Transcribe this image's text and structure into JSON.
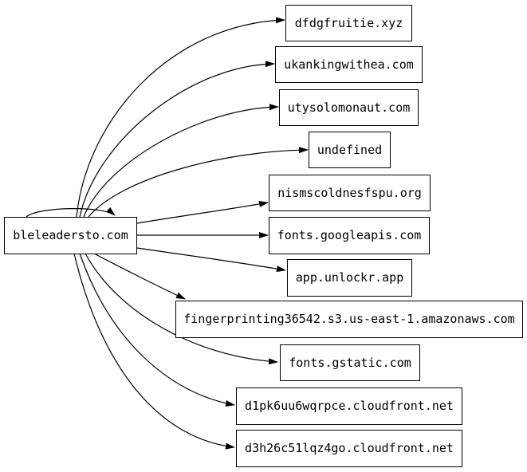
{
  "graph": {
    "type": "directed-graph",
    "background_color": "#fefffe",
    "node_fill_color": "#ffffff",
    "node_border_color": "#000000",
    "edge_color": "#000000",
    "source": "bleleadersto.com",
    "nodes": [
      {
        "label": "dfdgfruitie.xyz"
      },
      {
        "label": "ukankingwithea.com"
      },
      {
        "label": "utysolomonaut.com"
      },
      {
        "label": "undefined"
      },
      {
        "label": "nismscoldnesfspu.org"
      },
      {
        "label": "fonts.googleapis.com"
      },
      {
        "label": "app.unlockr.app"
      },
      {
        "label": "fingerprinting36542.s3.us-east-1.amazonaws.com"
      },
      {
        "label": "fonts.gstatic.com"
      },
      {
        "label": "d1pk6uu6wqrpce.cloudfront.net"
      },
      {
        "label": "d3h26c51lqz4go.cloudfront.net"
      },
      {
        "label": "bleleadersto.com"
      }
    ],
    "edges": [
      {
        "from": "bleleadersto.com",
        "to": "bleleadersto.com"
      },
      {
        "from": "bleleadersto.com",
        "to": "dfdgfruitie.xyz"
      },
      {
        "from": "bleleadersto.com",
        "to": "ukankingwithea.com"
      },
      {
        "from": "bleleadersto.com",
        "to": "utysolomonaut.com"
      },
      {
        "from": "bleleadersto.com",
        "to": "undefined"
      },
      {
        "from": "bleleadersto.com",
        "to": "nismscoldnesfspu.org"
      },
      {
        "from": "bleleadersto.com",
        "to": "fonts.googleapis.com"
      },
      {
        "from": "bleleadersto.com",
        "to": "app.unlockr.app"
      },
      {
        "from": "bleleadersto.com",
        "to": "fingerprinting36542.s3.us-east-1.amazonaws.com"
      },
      {
        "from": "bleleadersto.com",
        "to": "fonts.gstatic.com"
      },
      {
        "from": "bleleadersto.com",
        "to": "d1pk6uu6wqrpce.cloudfront.net"
      },
      {
        "from": "bleleadersto.com",
        "to": "d3h26c51lqz4go.cloudfront.net"
      }
    ]
  }
}
